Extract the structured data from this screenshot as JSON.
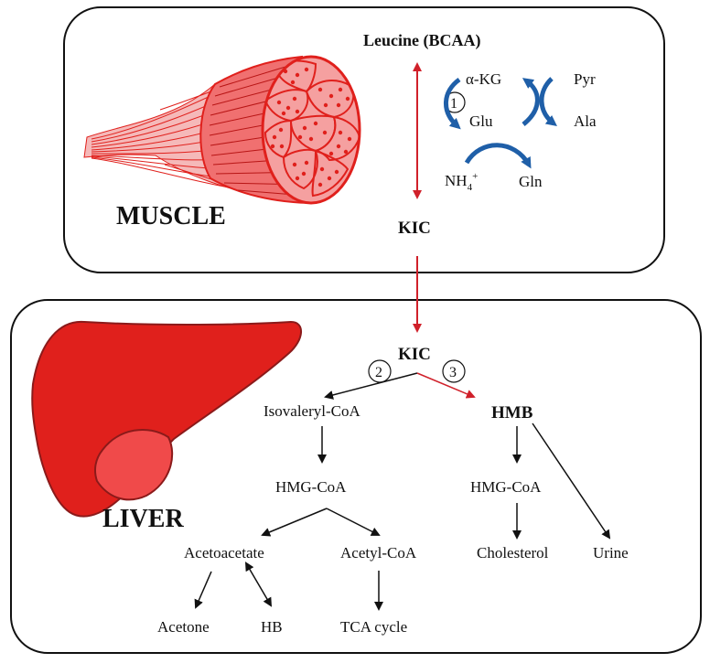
{
  "muscle": {
    "label": "MUSCLE",
    "leucine": "Leucine (BCAA)",
    "kic": "KIC",
    "akg": "α-KG",
    "glu": "Glu",
    "pyr": "Pyr",
    "ala": "Ala",
    "nh4_base": "NH",
    "nh4_sub": "4",
    "nh4_sup": "+",
    "gln": "Gln",
    "step1": "1"
  },
  "liver": {
    "label": "LIVER",
    "kic": "KIC",
    "step2": "2",
    "step3": "3",
    "isovaleryl": "Isovaleryl-CoA",
    "hmb": "HMB",
    "hmgcoa_left": "HMG-CoA",
    "hmgcoa_right": "HMG-CoA",
    "acetoacetate": "Acetoacetate",
    "acetylcoa": "Acetyl-CoA",
    "cholesterol": "Cholesterol",
    "urine": "Urine",
    "acetone": "Acetone",
    "hb": "HB",
    "tca": "TCA cycle"
  },
  "colors": {
    "red_arrow": "#d0202a",
    "blue_arrow": "#1f5fa8",
    "organ_red": "#e0201c",
    "organ_dark": "#8b1a1a",
    "liver_light": "#f04a4a"
  }
}
